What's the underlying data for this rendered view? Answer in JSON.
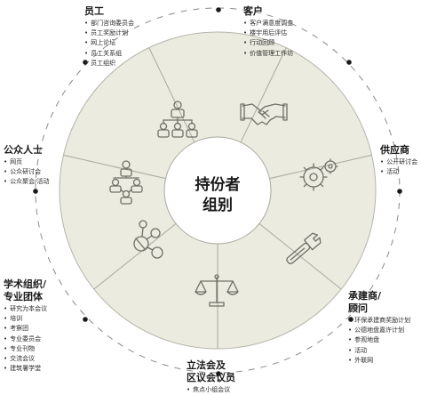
{
  "center": {
    "line1": "持份者",
    "line2": "组别"
  },
  "groups": {
    "employees": {
      "title": "员工",
      "items": [
        "部门咨询委员会",
        "员工奖励计划",
        "网上论坛",
        "员工关系组",
        "员工组织"
      ]
    },
    "customers": {
      "title": "客户",
      "items": [
        "客户满意度调查",
        "楼宇用后评估",
        "行动回顾",
        "价值管理工作坊"
      ]
    },
    "public": {
      "title": "公众人士",
      "items": [
        "网页",
        "公众研讨会",
        "公众聚会/活动"
      ]
    },
    "suppliers": {
      "title": "供应商",
      "items": [
        "公开研讨会",
        "活动"
      ]
    },
    "academic": {
      "title_line1": "学术组织/",
      "title_line2": "专业团体",
      "items": [
        "研究为本会议",
        "培训",
        "考察团",
        "专业委员会",
        "专业刊物",
        "交流会议",
        "建筑署学堂"
      ]
    },
    "contractors": {
      "title_line1": "承建商/",
      "title_line2": "顾问",
      "items": [
        "环保承建商奖励计划",
        "公德地盘嘉许计划",
        "参观地盘",
        "活动",
        "外联网"
      ]
    },
    "legislators": {
      "title_line1": "立法会及",
      "title_line2": "区议会议员",
      "items": [
        "焦点小组会议"
      ]
    }
  },
  "icons": [
    "employee-hierarchy-icon",
    "handshake-icon",
    "gears-icon",
    "wrench-icon",
    "scales-icon",
    "molecule-icon",
    "people-network-icon"
  ],
  "colors": {
    "ring": "#ebebdf",
    "center": "#ffffff",
    "stroke": "#a9a9a0",
    "icon": "#6f6f68",
    "dot": "#1a1a1a"
  }
}
